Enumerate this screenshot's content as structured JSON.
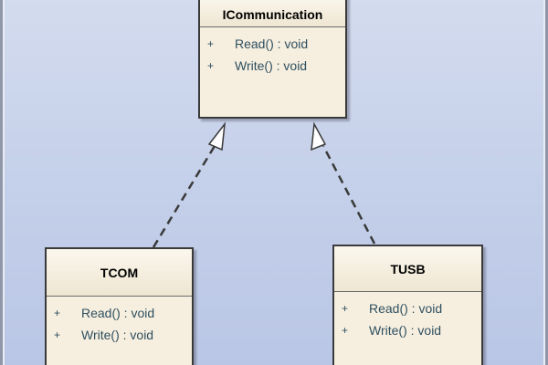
{
  "diagram": {
    "classes": [
      {
        "id": "icommunication",
        "name": "ICommunication",
        "operations": [
          {
            "visibility": "+",
            "signature": "Read() : void"
          },
          {
            "visibility": "+",
            "signature": "Write() : void"
          }
        ]
      },
      {
        "id": "tcom",
        "name": "TCOM",
        "operations": [
          {
            "visibility": "+",
            "signature": "Read() : void"
          },
          {
            "visibility": "+",
            "signature": "Write() : void"
          }
        ]
      },
      {
        "id": "tusb",
        "name": "TUSB",
        "operations": [
          {
            "visibility": "+",
            "signature": "Read() : void"
          },
          {
            "visibility": "+",
            "signature": "Write() : void"
          }
        ]
      }
    ],
    "relationships": [
      {
        "type": "realization",
        "from": "tcom",
        "to": "icommunication"
      },
      {
        "type": "realization",
        "from": "tusb",
        "to": "icommunication"
      }
    ]
  },
  "colors": {
    "background": "#c6d1ea",
    "class_fill": "#f6efe0",
    "class_border": "#3a3a3a",
    "operation_text": "#2f4f5f",
    "connector": "#3a3a3a"
  }
}
